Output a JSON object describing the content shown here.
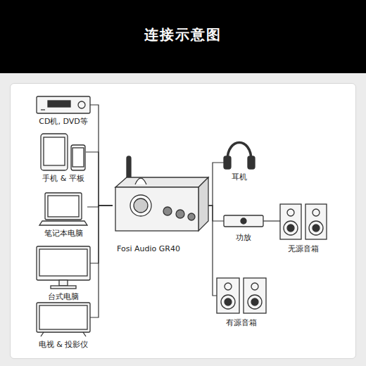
{
  "diagram": {
    "title": "连接示意图",
    "nodes": [
      {
        "text": [
          "CD机, DVD等"
        ]
      },
      {
        "text": [
          "手机 & 平板"
        ]
      },
      {
        "text": [
          "笔记本电脑"
        ]
      },
      {
        "text": [
          "台式电脑"
        ]
      },
      {
        "text": [
          "电视 & 投影仪"
        ]
      },
      {
        "text": [
          "Fosi Audio GR40"
        ]
      },
      {
        "text": [
          "耳机"
        ]
      },
      {
        "text": [
          "功放"
        ]
      },
      {
        "text": [
          "无源音箱"
        ]
      },
      {
        "text": [
          "有源音箱"
        ]
      }
    ],
    "edges": [
      {
        "from": 0,
        "to": 5,
        "arrow": "none"
      },
      {
        "from": 1,
        "to": 5,
        "arrow": "none"
      },
      {
        "from": 2,
        "to": 5,
        "arrow": "none"
      },
      {
        "from": 3,
        "to": 5,
        "arrow": "none"
      },
      {
        "from": 4,
        "to": 5,
        "arrow": "none"
      },
      {
        "from": 5,
        "to": 6,
        "arrow": "none"
      },
      {
        "from": 5,
        "to": 7,
        "arrow": "none"
      },
      {
        "from": 7,
        "to": 8,
        "arrow": "none"
      },
      {
        "from": 5,
        "to": 9,
        "arrow": "none"
      }
    ]
  }
}
